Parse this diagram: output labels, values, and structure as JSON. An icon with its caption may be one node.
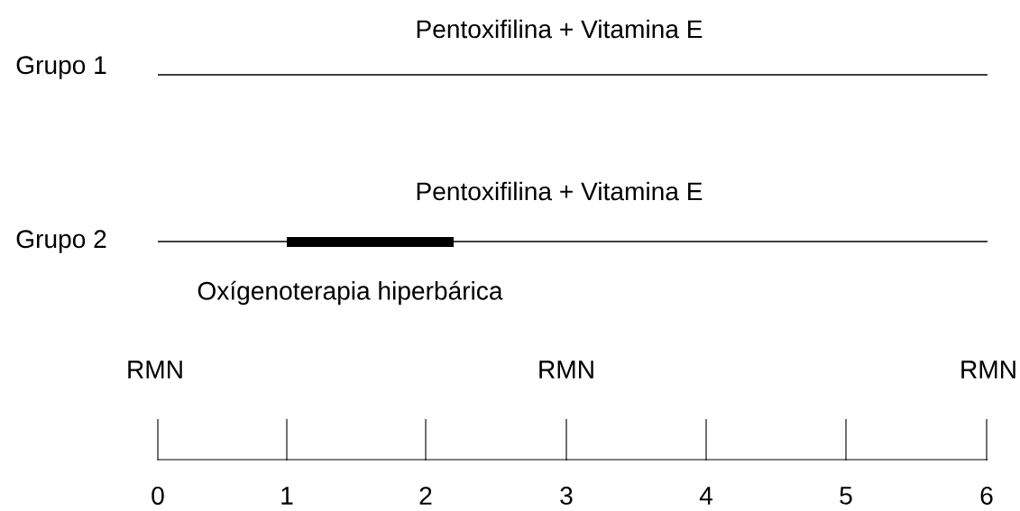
{
  "diagram": {
    "labels": [
      "Pentoxifilina + Vitamina E",
      "Grupo 1",
      "Pentoxifilina + Vitamina E",
      "Grupo 2",
      "Oxígenoterapia hiperbárica",
      "RMN",
      "RMN",
      "RMN",
      "0",
      "1",
      "2",
      "3",
      "4",
      "5",
      "6"
    ]
  }
}
